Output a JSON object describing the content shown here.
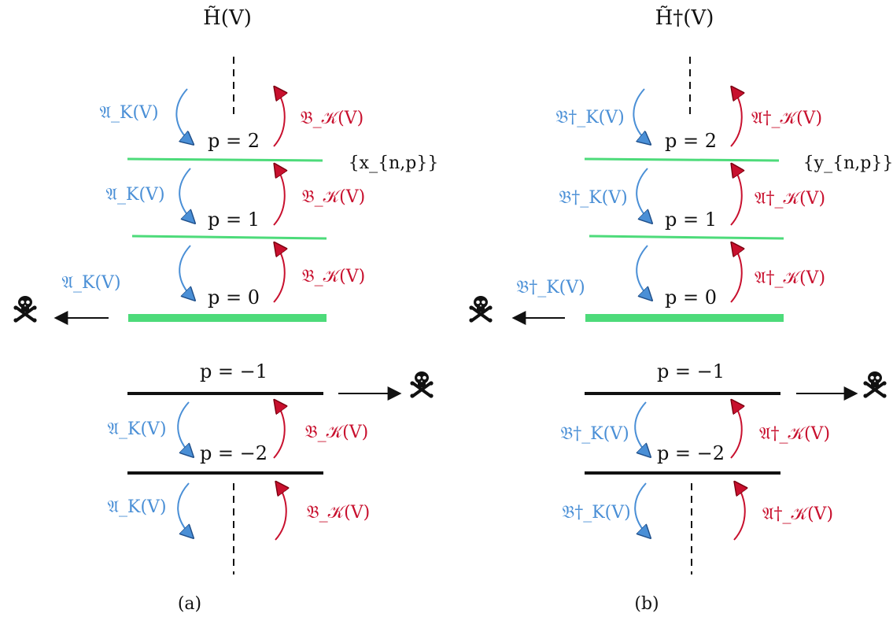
{
  "colors": {
    "blue": "#4a8fd6",
    "red": "#c8102e",
    "green": "#4ddb7a",
    "black": "#111111"
  },
  "panels": [
    {
      "id": "a",
      "title": "H̃(V)",
      "set_label": "{x_{n,p}}",
      "caption": "(a)",
      "blue_label": "𝔄_K(V)",
      "red_label": "𝔅_𝒦(V)",
      "levels": [
        "p = 2",
        "p = 1",
        "p = 0",
        "p = −1",
        "p = −2"
      ]
    },
    {
      "id": "b",
      "title": "H̃†(V)",
      "set_label": "{y_{n,p}}",
      "caption": "(b)",
      "blue_label": "𝔅†_K(V)",
      "red_label": "𝔄†_𝒦(V)",
      "levels": [
        "p = 2",
        "p = 1",
        "p = 0",
        "p = −1",
        "p = −2"
      ]
    }
  ],
  "icons": {
    "skull": "skull-crossbones-icon"
  }
}
